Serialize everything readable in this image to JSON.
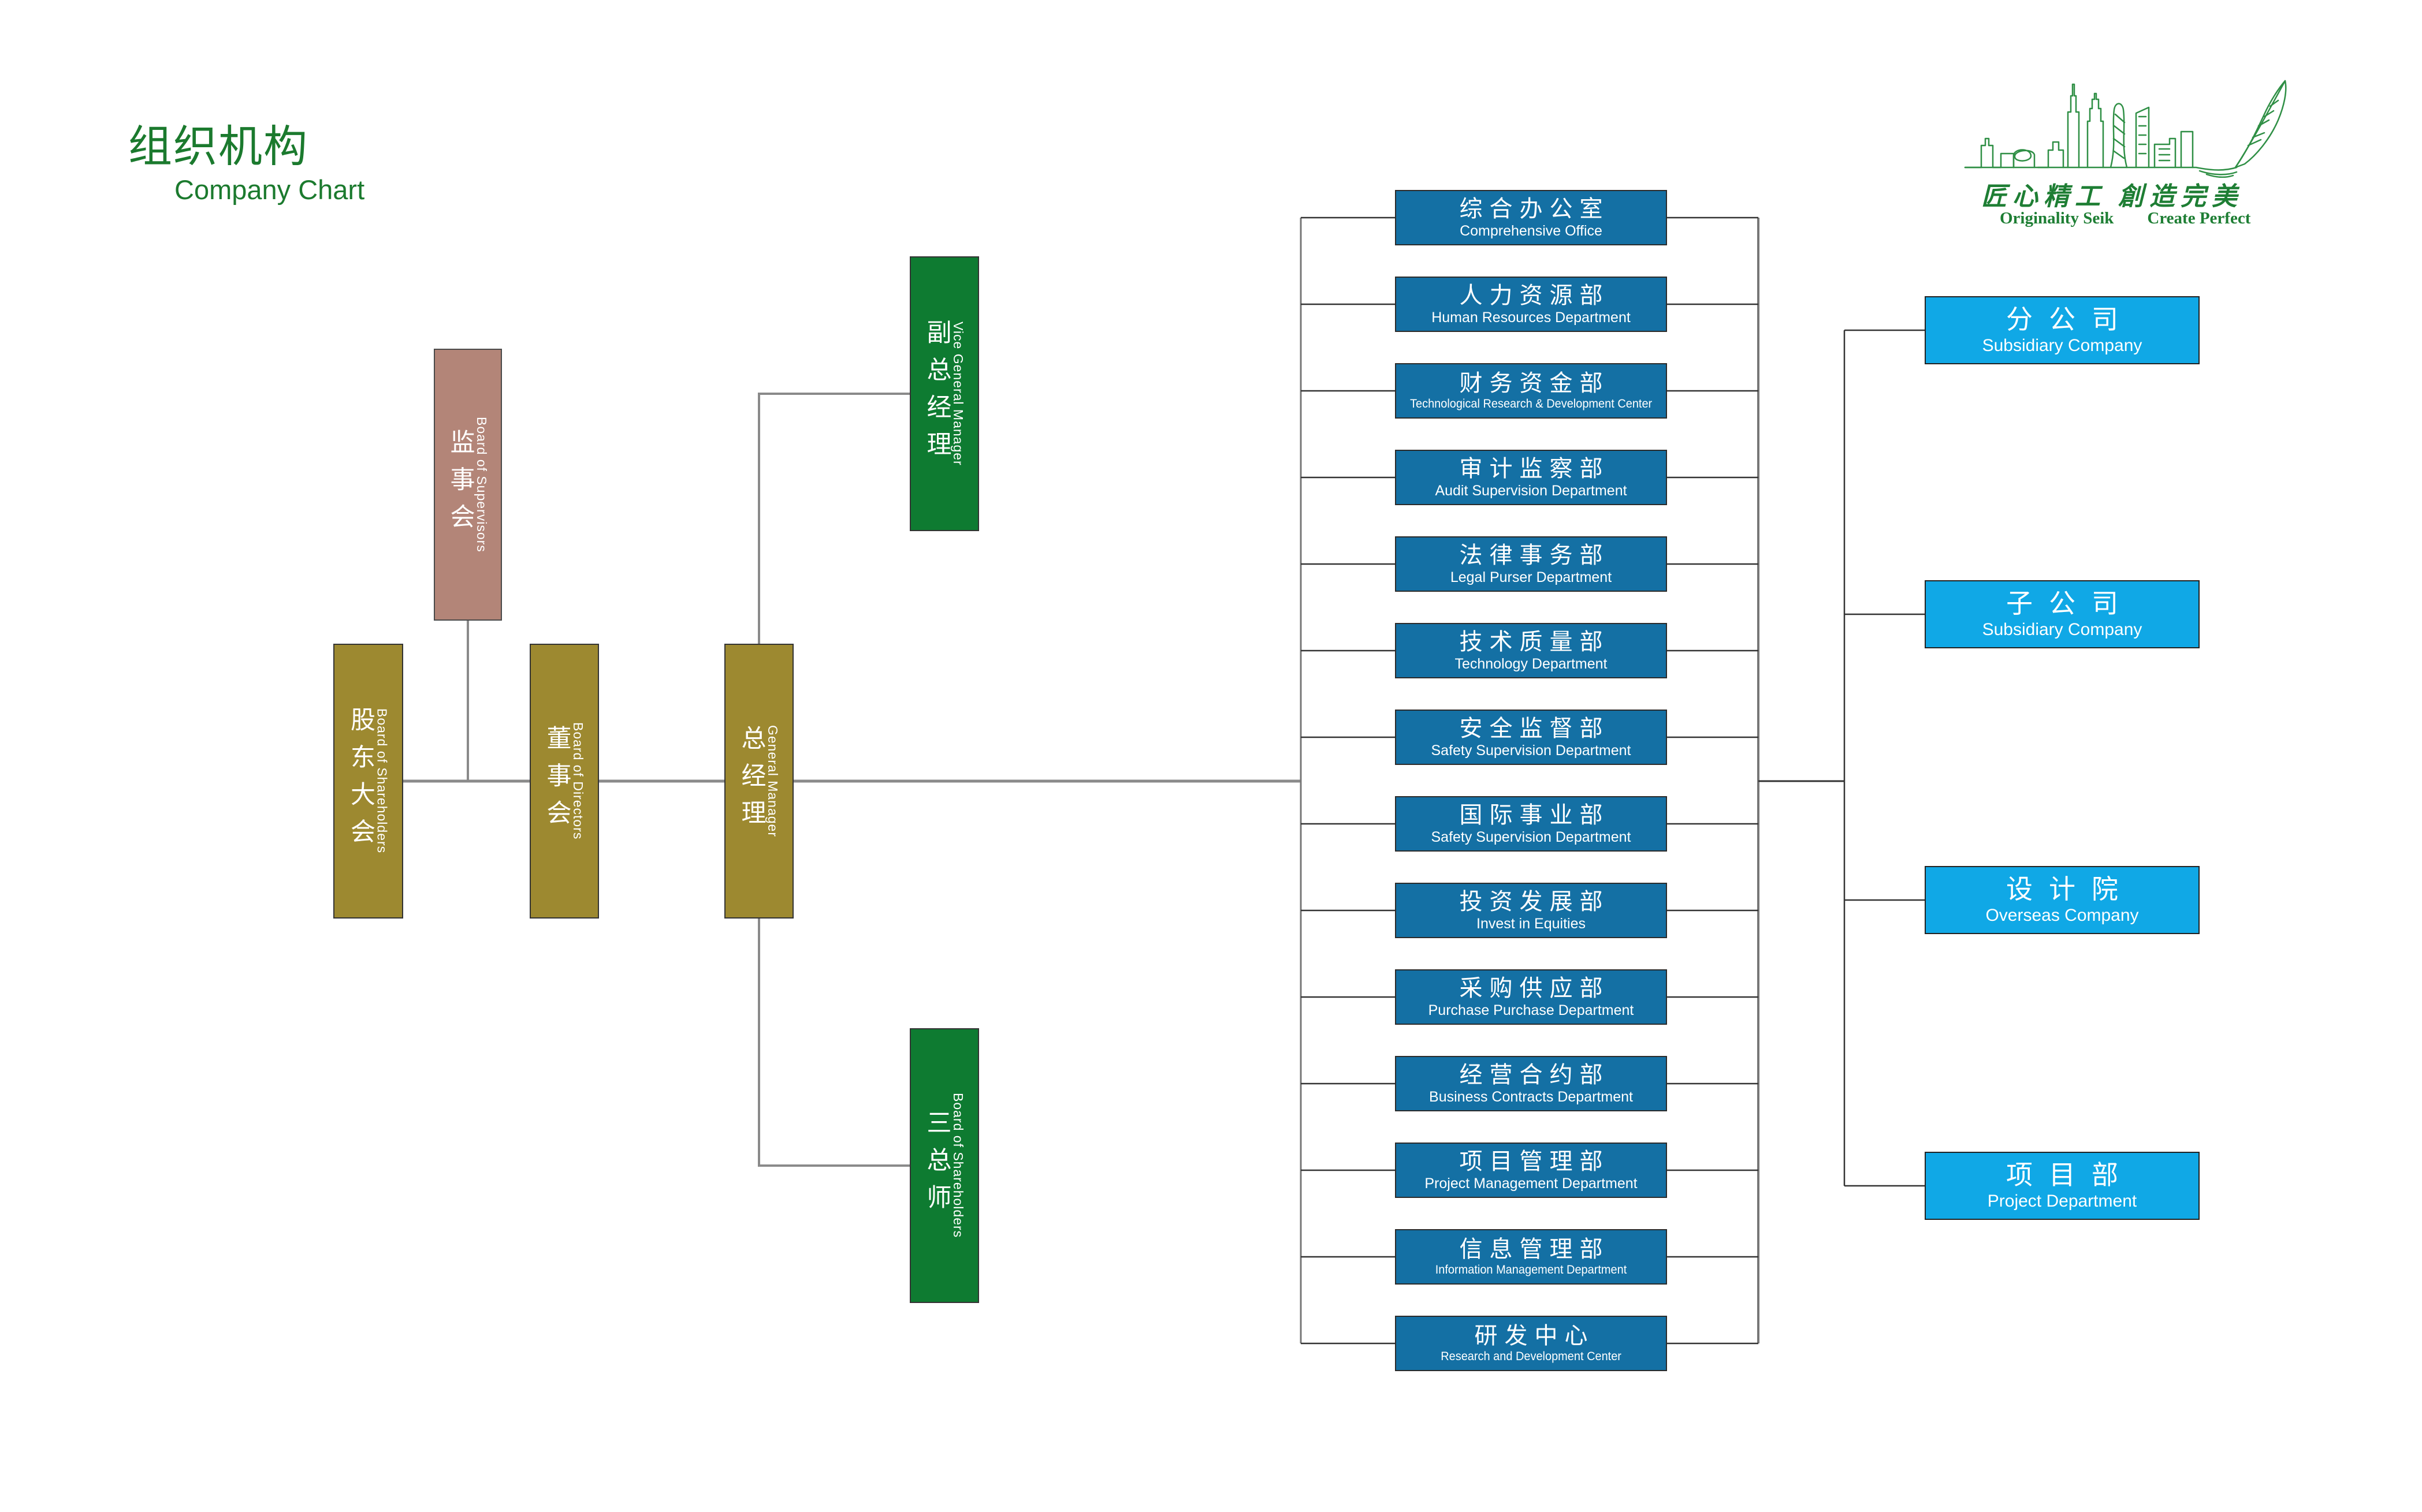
{
  "title": {
    "cn": "组织机构",
    "en": "Company Chart"
  },
  "logo": {
    "slogan_cn": "匠心精工 創造完美",
    "slogan_en_left": "Originality Seik",
    "slogan_en_right": "Create Perfect"
  },
  "colors": {
    "accent_green": "#1b7a2e",
    "olive": "#9d8930",
    "mauve": "#b38578",
    "green": "#0e7b31",
    "dept_blue": "#1470a4",
    "company_blue": "#10a8e6",
    "line_gray": "#8a8a8a",
    "line_dark": "#333333"
  },
  "left_nodes": [
    {
      "cn": "监事会",
      "en": "Board of Supervisors"
    },
    {
      "cn": "股东大会",
      "en": "Board of Shareholders"
    },
    {
      "cn": "董事会",
      "en": "Board of Directors"
    },
    {
      "cn": "总经理",
      "en": "General Manager"
    },
    {
      "cn": "副总经理",
      "en": "Vice General Manager"
    },
    {
      "cn": "三总师",
      "en": "Board of Shareholders"
    }
  ],
  "departments": [
    {
      "cn": "综合办公室",
      "en": "Comprehensive Office"
    },
    {
      "cn": "人力资源部",
      "en": "Human Resources Department"
    },
    {
      "cn": "财务资金部",
      "en": "Technological Research & Development Center"
    },
    {
      "cn": "审计监察部",
      "en": "Audit Supervision Department"
    },
    {
      "cn": "法律事务部",
      "en": "Legal Purser Department"
    },
    {
      "cn": "技术质量部",
      "en": "Technology Department"
    },
    {
      "cn": "安全监督部",
      "en": "Safety Supervision Department"
    },
    {
      "cn": "国际事业部",
      "en": "Safety Supervision Department"
    },
    {
      "cn": "投资发展部",
      "en": "Invest in Equities"
    },
    {
      "cn": "采购供应部",
      "en": "Purchase Purchase Department"
    },
    {
      "cn": "经营合约部",
      "en": "Business Contracts Department"
    },
    {
      "cn": "项目管理部",
      "en": "Project Management Department"
    },
    {
      "cn": "信息管理部",
      "en": "Information Management Department"
    },
    {
      "cn": "研发中心",
      "en": "Research and Development Center"
    }
  ],
  "companies": [
    {
      "cn": "分公司",
      "en": "Subsidiary Company"
    },
    {
      "cn": "子公司",
      "en": "Subsidiary Company"
    },
    {
      "cn": "设计院",
      "en": "Overseas Company"
    },
    {
      "cn": "项目部",
      "en": "Project Department"
    }
  ]
}
